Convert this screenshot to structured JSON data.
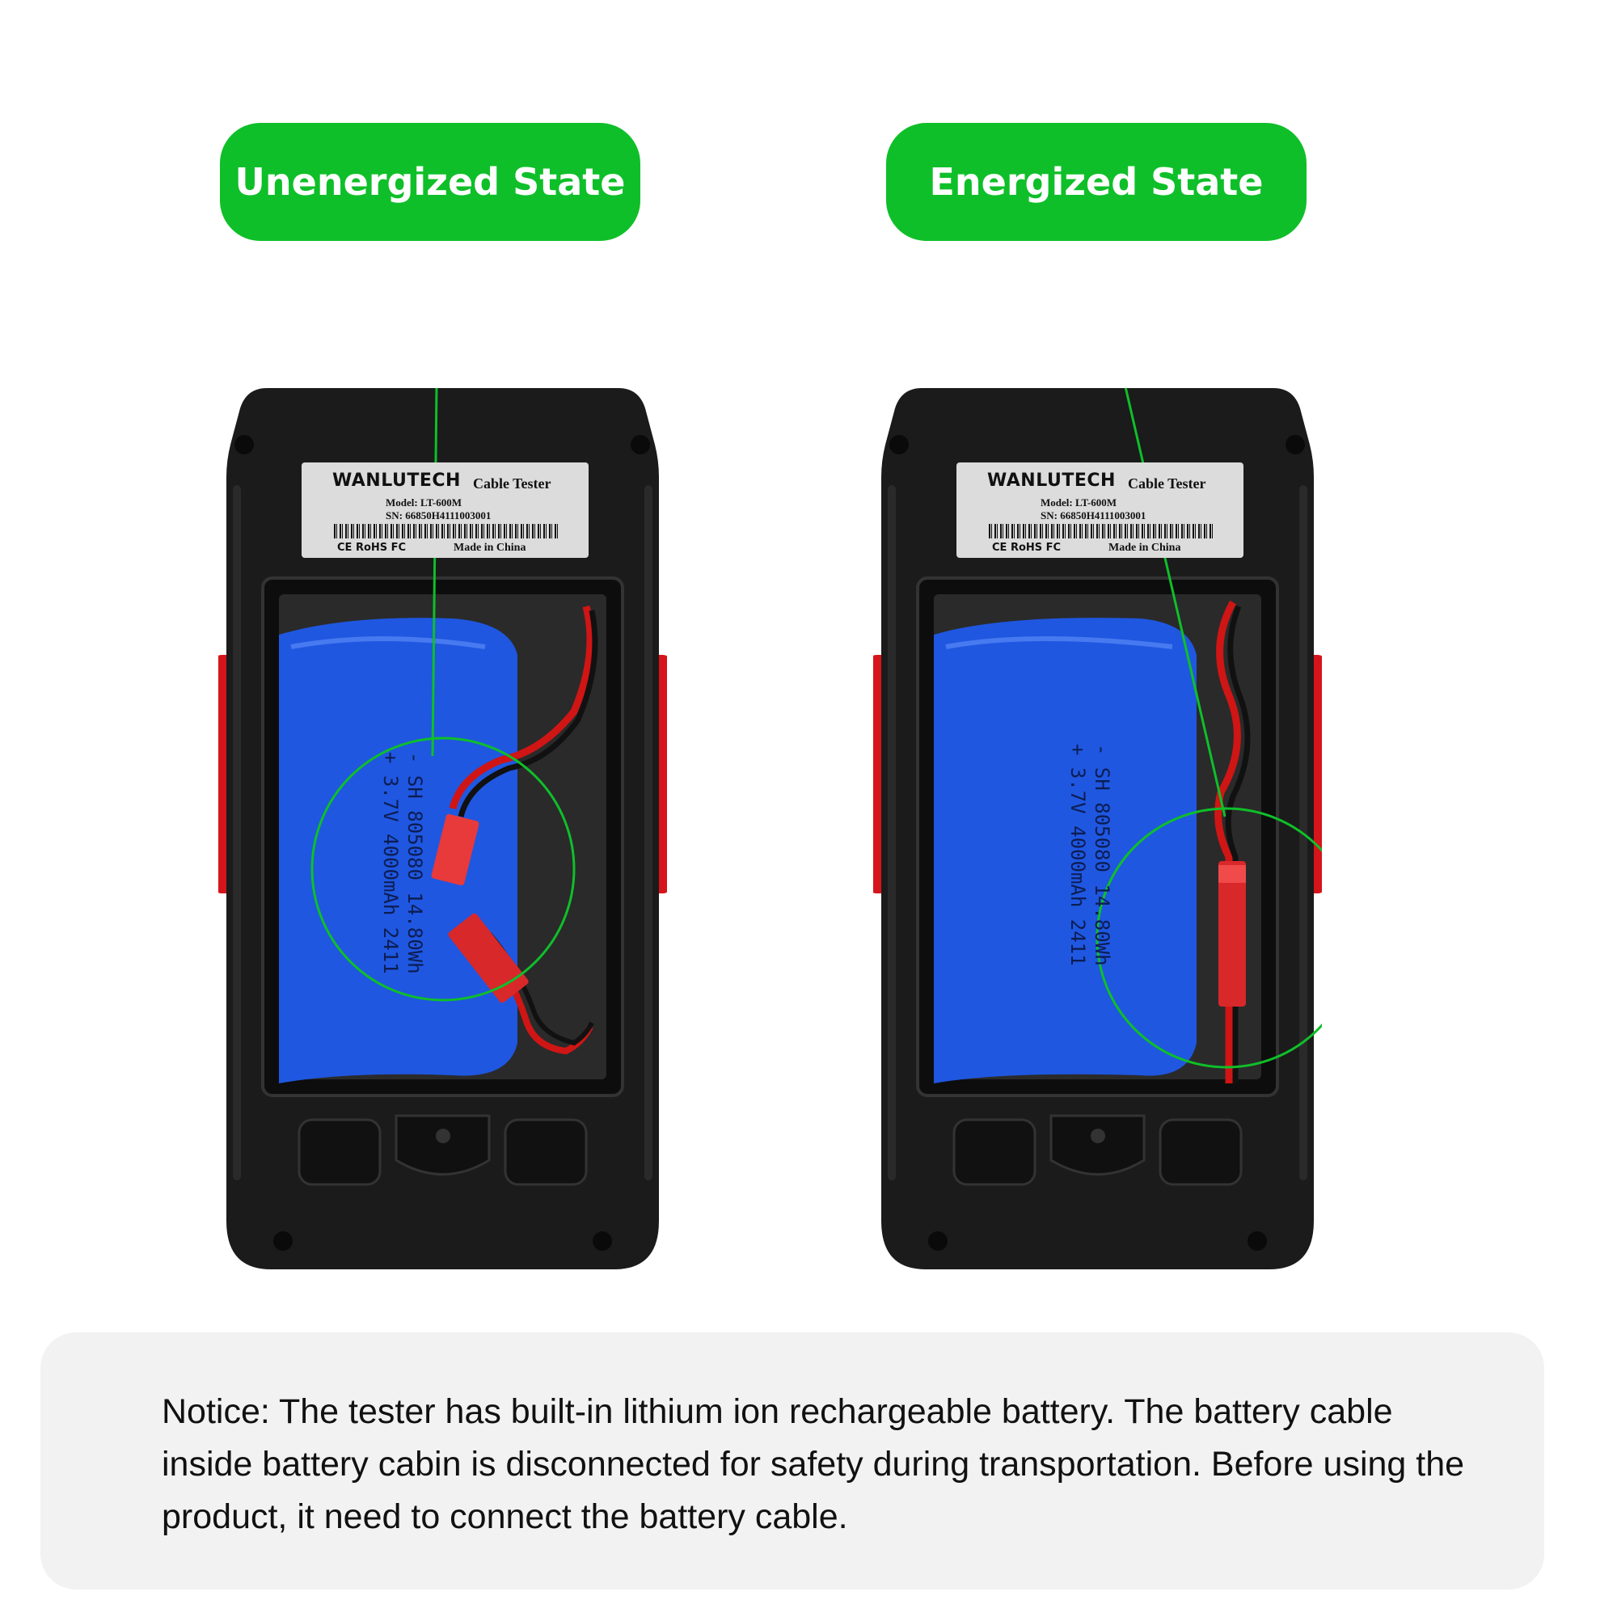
{
  "labels": {
    "left": "Unenergized State",
    "right": "Energized State"
  },
  "device": {
    "brand": "WANLUTECH",
    "product": "Cable Tester",
    "model": "Model: LT-600M",
    "sn": "SN: 66850H4111003001",
    "certs": "CE RoHS FC",
    "made_in": "Made in China"
  },
  "battery": {
    "line1": "- SH 805080 14.80Wh",
    "line2": "+ 3.7V 4000mAh 2411"
  },
  "notice": {
    "text": "Notice: The tester has built-in lithium ion rechargeable battery. The battery cable inside battery cabin is disconnected for safety during transportation. Before using the product, it need to connect the battery cable."
  },
  "colors": {
    "accent_green": "#0fbf29",
    "device_body": "#1b1b1b",
    "side_button": "#d5151b",
    "battery_blue": "#1f57e0",
    "connector_red": "#d8282a"
  }
}
